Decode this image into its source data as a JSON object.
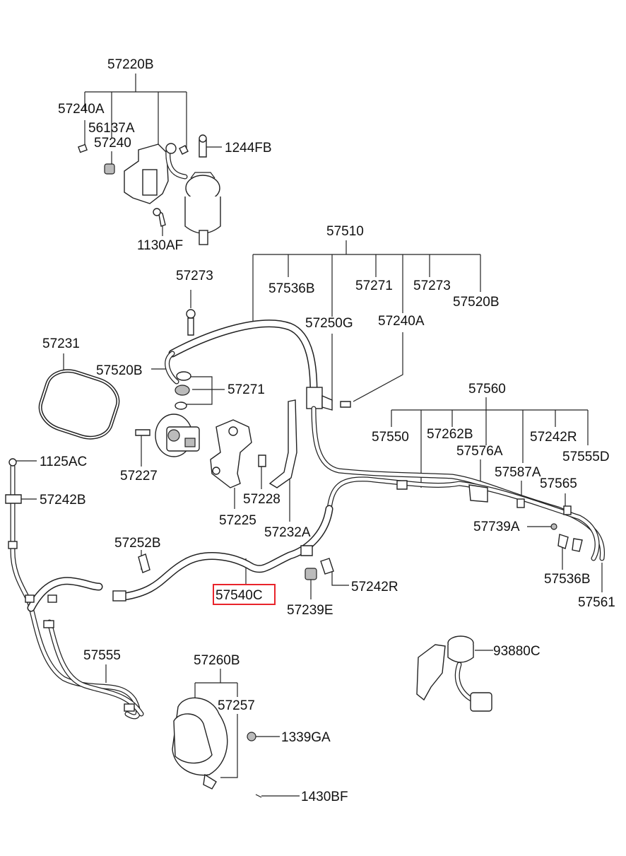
{
  "labels": {
    "l_57220B": "57220B",
    "l_57240A_top": "57240A",
    "l_56137A": "56137A",
    "l_57240": "57240",
    "l_1244FB": "1244FB",
    "l_1130AF": "1130AF",
    "l_57510": "57510",
    "l_57536B_top": "57536B",
    "l_57271_top": "57271",
    "l_57273_right": "57273",
    "l_57520B_right": "57520B",
    "l_57273_left": "57273",
    "l_57250G": "57250G",
    "l_57240A_mid": "57240A",
    "l_57231": "57231",
    "l_57520B_left": "57520B",
    "l_57271_left": "57271",
    "l_57560": "57560",
    "l_57550": "57550",
    "l_57262B": "57262B",
    "l_57242R_top": "57242R",
    "l_57576A": "57576A",
    "l_57555D": "57555D",
    "l_1125AC": "1125AC",
    "l_57227": "57227",
    "l_57587A": "57587A",
    "l_57565": "57565",
    "l_57242B": "57242B",
    "l_57228": "57228",
    "l_57225": "57225",
    "l_57232A": "57232A",
    "l_57739A": "57739A",
    "l_57252B": "57252B",
    "l_57540C": "57540C",
    "l_57242R_mid": "57242R",
    "l_57239E": "57239E",
    "l_57536B_bot": "57536B",
    "l_57561": "57561",
    "l_93880C": "93880C",
    "l_57555": "57555",
    "l_57260B": "57260B",
    "l_57257": "57257",
    "l_1339GA": "1339GA",
    "l_1430BF": "1430BF"
  },
  "highlight": {
    "color": "#e8242b",
    "part": "57540C"
  }
}
